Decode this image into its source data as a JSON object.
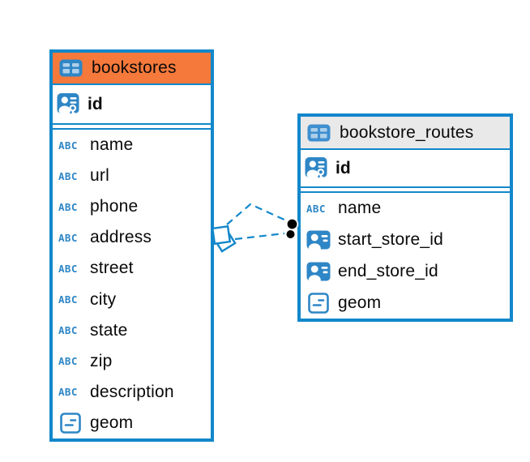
{
  "icons": {
    "text_type_label": "ABC"
  },
  "colors": {
    "table_border_blue": "#1287cb",
    "bookstores_header_orange": "#f5793b",
    "routes_header_gray": "#e9e9e9",
    "icon_blue": "#2e86c6",
    "icon_cell_light_blue": "#aecfe9",
    "relationship_dash_blue": "#1287cb",
    "endpoint_dot_black": "#000000",
    "text_black": "#0a0a0a"
  },
  "diagram": {
    "tables": [
      {
        "name": "bookstores",
        "primary_key": {
          "name": "id"
        },
        "columns": [
          {
            "name": "name",
            "type": "text"
          },
          {
            "name": "url",
            "type": "text"
          },
          {
            "name": "phone",
            "type": "text"
          },
          {
            "name": "address",
            "type": "text"
          },
          {
            "name": "street",
            "type": "text"
          },
          {
            "name": "city",
            "type": "text"
          },
          {
            "name": "state",
            "type": "text"
          },
          {
            "name": "zip",
            "type": "text"
          },
          {
            "name": "description",
            "type": "text"
          },
          {
            "name": "geom",
            "type": "geometry"
          }
        ]
      },
      {
        "name": "bookstore_routes",
        "primary_key": {
          "name": "id"
        },
        "columns": [
          {
            "name": "name",
            "type": "text"
          },
          {
            "name": "start_store_id",
            "type": "foreign-key-reference"
          },
          {
            "name": "end_store_id",
            "type": "foreign-key-reference"
          },
          {
            "name": "geom",
            "type": "geometry"
          }
        ]
      }
    ],
    "relationship": {
      "style": "dashed",
      "line_count": 2,
      "source_table": "bookstores",
      "target_table": "bookstore_routes"
    }
  }
}
